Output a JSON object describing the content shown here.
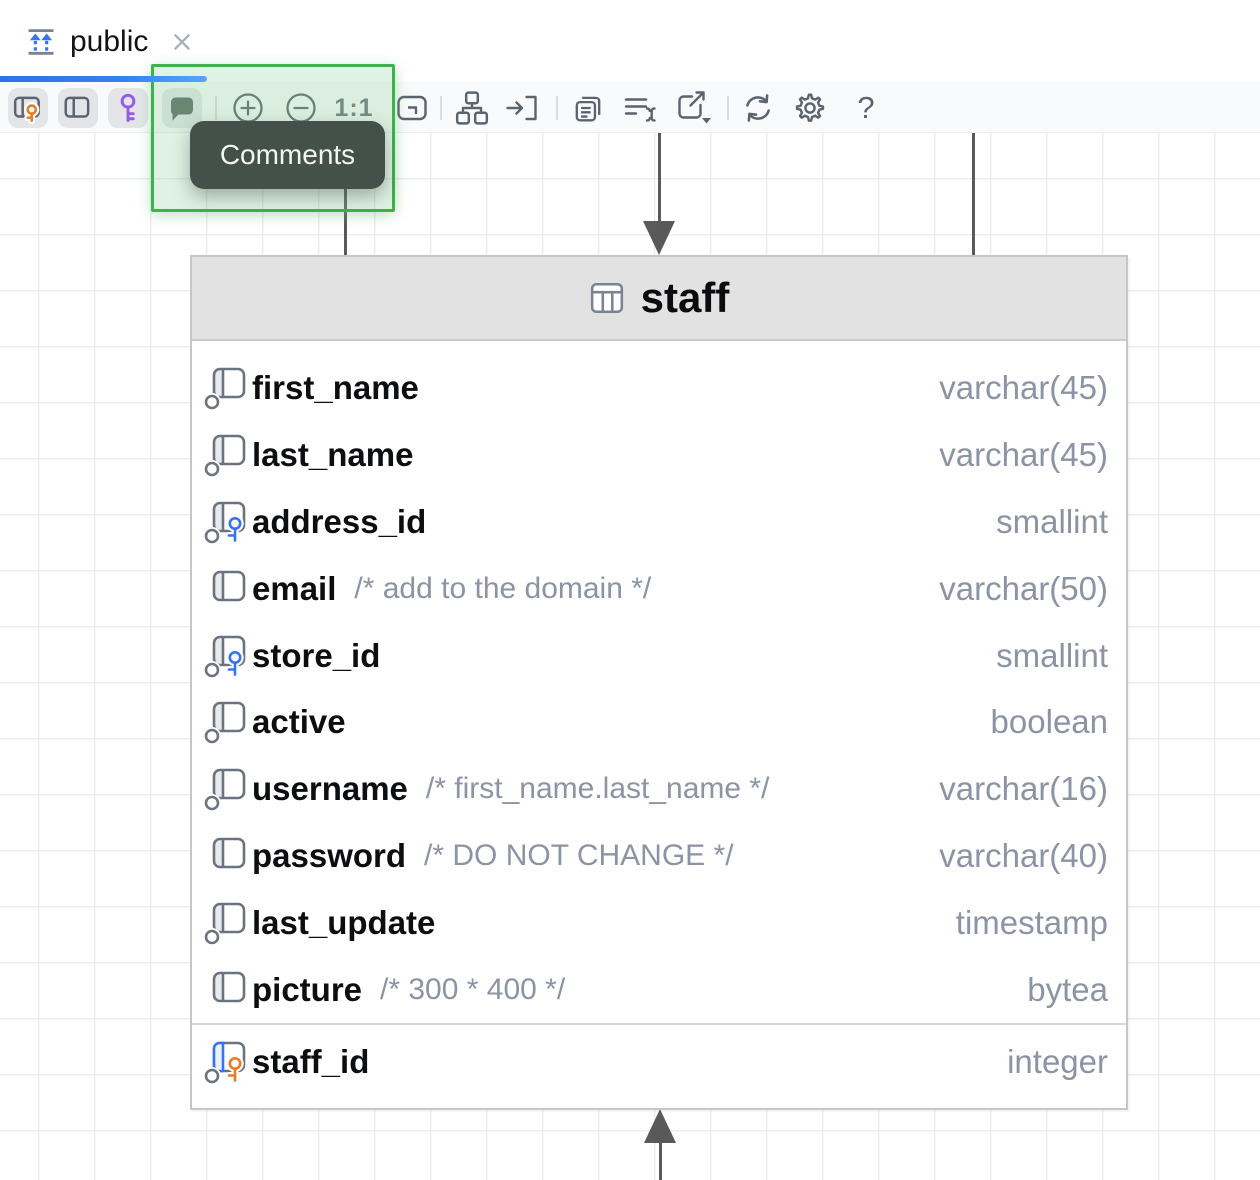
{
  "tab": {
    "label": "public"
  },
  "toolbar": {
    "tooltip": "Comments",
    "zoom_reset_label": "1:1",
    "help_label": "?",
    "toggle_buttons": [
      "show-key-columns",
      "show-columns",
      "show-keys",
      "show-comments"
    ],
    "actions": [
      "zoom-in",
      "zoom-out",
      "actual-size",
      "fit-content",
      "auto-layout",
      "jump-to-source",
      "copy-diagram",
      "edit-properties",
      "export-diagram",
      "refresh",
      "settings",
      "help"
    ]
  },
  "diagram": {
    "table": {
      "name": "staff",
      "columns": [
        {
          "name": "first_name",
          "type": "varchar(45)",
          "icon": "column-nullable"
        },
        {
          "name": "last_name",
          "type": "varchar(45)",
          "icon": "column-nullable"
        },
        {
          "name": "address_id",
          "type": "smallint",
          "icon": "column-fk"
        },
        {
          "name": "email",
          "comment": "/* add to the domain */",
          "type": "varchar(50)",
          "icon": "column-notnull"
        },
        {
          "name": "store_id",
          "type": "smallint",
          "icon": "column-fk"
        },
        {
          "name": "active",
          "type": "boolean",
          "icon": "column-nullable"
        },
        {
          "name": "username",
          "comment": "/* first_name.last_name */",
          "type": "varchar(16)",
          "icon": "column-nullable"
        },
        {
          "name": "password",
          "comment": "/* DO NOT CHANGE */",
          "type": "varchar(40)",
          "icon": "column-notnull"
        },
        {
          "name": "last_update",
          "type": "timestamp",
          "icon": "column-nullable"
        },
        {
          "name": "picture",
          "comment": "/* 300 * 400 */",
          "type": "bytea",
          "icon": "column-notnull"
        }
      ],
      "key_column": {
        "name": "staff_id",
        "type": "integer",
        "icon": "column-pk"
      }
    }
  },
  "colors": {
    "highlight_green": "#3FB24C",
    "tooltip_bg": "#44514B",
    "progress_blue": "#2E72E8",
    "progress_blue_light": "#55A5FF",
    "key_orange": "#EE7A28",
    "key_blue": "#3574F0",
    "key_purple": "#975CE6",
    "type_gray": "#8C93A4",
    "header_gray": "#E2E2E2",
    "arrow_gray": "#595959"
  }
}
